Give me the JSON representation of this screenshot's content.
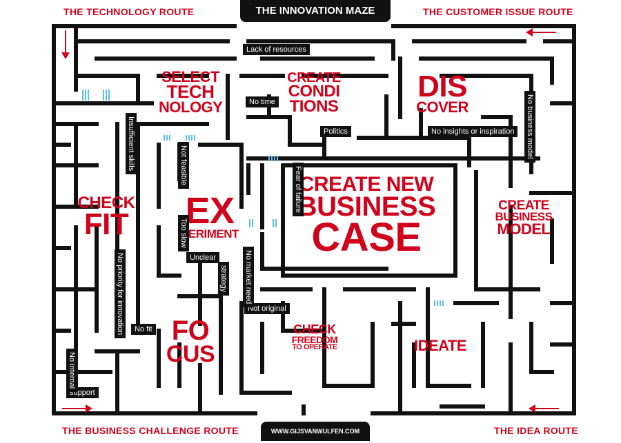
{
  "title": "THE INNOVATION MAZE",
  "footer": "WWW.GIJSVANWULFEN.COM",
  "routes": {
    "technology": "THE TECHNOLOGY ROUTE",
    "customer_issue": "THE CUSTOMER ISSUE ROUTE",
    "business_challenge": "THE BUSINESS CHALLENGE ROUTE",
    "idea": "THE IDEA ROUTE"
  },
  "stages": {
    "select_technology": [
      "SELECT",
      "TECH",
      "NOLOGY"
    ],
    "create_conditions": [
      "CREATE",
      "CONDI",
      "TIONS"
    ],
    "discover": [
      "DIS",
      "COVER"
    ],
    "check_fit": [
      "CHECK",
      "FIT"
    ],
    "experiment": [
      "EX",
      "PERIMENT"
    ],
    "create_new_business_case": [
      "CREATE NEW",
      "BUSINESS",
      "CASE"
    ],
    "create_business_model": [
      "CREATE",
      "BUSINESS",
      "MODEL"
    ],
    "focus": [
      "FO",
      "CUS"
    ],
    "check_freedom": [
      "CHECK",
      "FREEDOM",
      "TO OPERATE"
    ],
    "ideate": [
      "IDEATE"
    ]
  },
  "obstacles": {
    "lack_of_resources": "Lack of resources",
    "no_time": "No time",
    "politics": "Politics",
    "no_insights": "No insights or inspiration",
    "no_business_model": "No business model",
    "insufficient_skills": "Insufficient skills",
    "not_feasible": "Not feasible",
    "fear_of_failure": "Fear of failure",
    "too_slow": "Too slow",
    "unclear_strategy": "Unclear strategy",
    "no_market_need": "No market need",
    "not_original": "Not original",
    "no_priority": "No priority for innovation",
    "no_fit": "No fit",
    "no_internal": "No internal",
    "support": "support"
  },
  "colors": {
    "accent": "#d0021b",
    "wall": "#111111",
    "gate": "#5bc0eb"
  },
  "icons": [
    "arrow-down-icon",
    "arrow-left-icon",
    "arrow-right-icon"
  ]
}
